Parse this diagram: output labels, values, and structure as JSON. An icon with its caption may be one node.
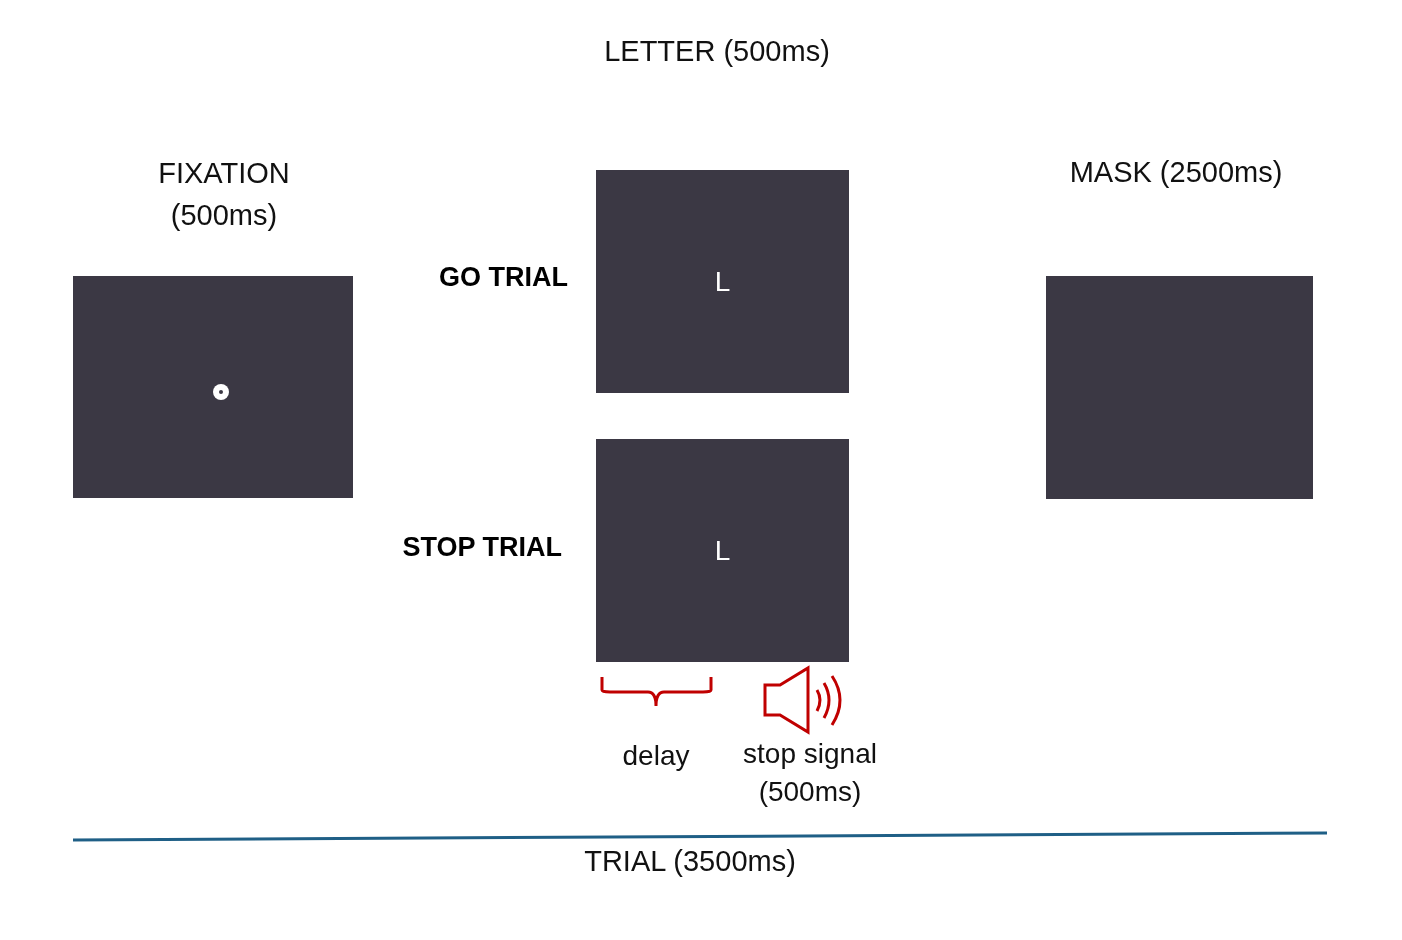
{
  "diagram": {
    "nodes": [
      {
        "text": [
          "FIXATION (500ms)"
        ]
      },
      {
        "text": [
          "L"
        ],
        "beside": [
          "GO TRIAL"
        ]
      },
      {
        "text": [
          "L"
        ],
        "beside": [
          "STOP TRIAL"
        ]
      },
      {
        "text": [
          "MASK (2500ms)"
        ]
      }
    ],
    "labels": [
      "LETTER (500ms)",
      "delay",
      "stop signal (500ms)",
      "TRIAL (3500ms)"
    ]
  }
}
